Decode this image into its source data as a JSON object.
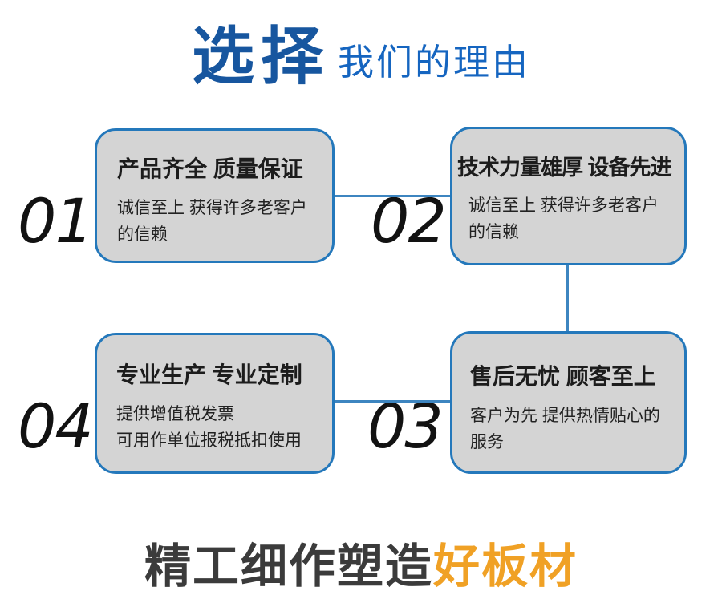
{
  "title": {
    "main": "选择",
    "sub": "我们的理由"
  },
  "cards": [
    {
      "number": "01",
      "title": "产品齐全 质量保证",
      "desc": "诚信至上 获得许多老客户\n的信赖"
    },
    {
      "number": "02",
      "title": "技术力量雄厚 设备先进",
      "desc": "诚信至上 获得许多老客户\n的信赖"
    },
    {
      "number": "03",
      "title": "售后无忧 顾客至上",
      "desc": "客户为先 提供热情贴心的\n服务"
    },
    {
      "number": "04",
      "title": "专业生产 专业定制",
      "desc": "提供增值税发票\n可用作单位报税抵扣使用"
    }
  ],
  "footer": {
    "gray": "精工细作塑造",
    "orange": "好板材"
  },
  "colors": {
    "title_blue": "#17569f",
    "subtitle_blue": "#1565c0",
    "card_border": "#2478bb",
    "card_bg": "#d4d4d4",
    "connector": "#3d85c0",
    "number_black": "#121212",
    "footer_gray": "#3b3b3b",
    "footer_orange": "#f0a125",
    "text_dark": "#1c1c1c"
  }
}
